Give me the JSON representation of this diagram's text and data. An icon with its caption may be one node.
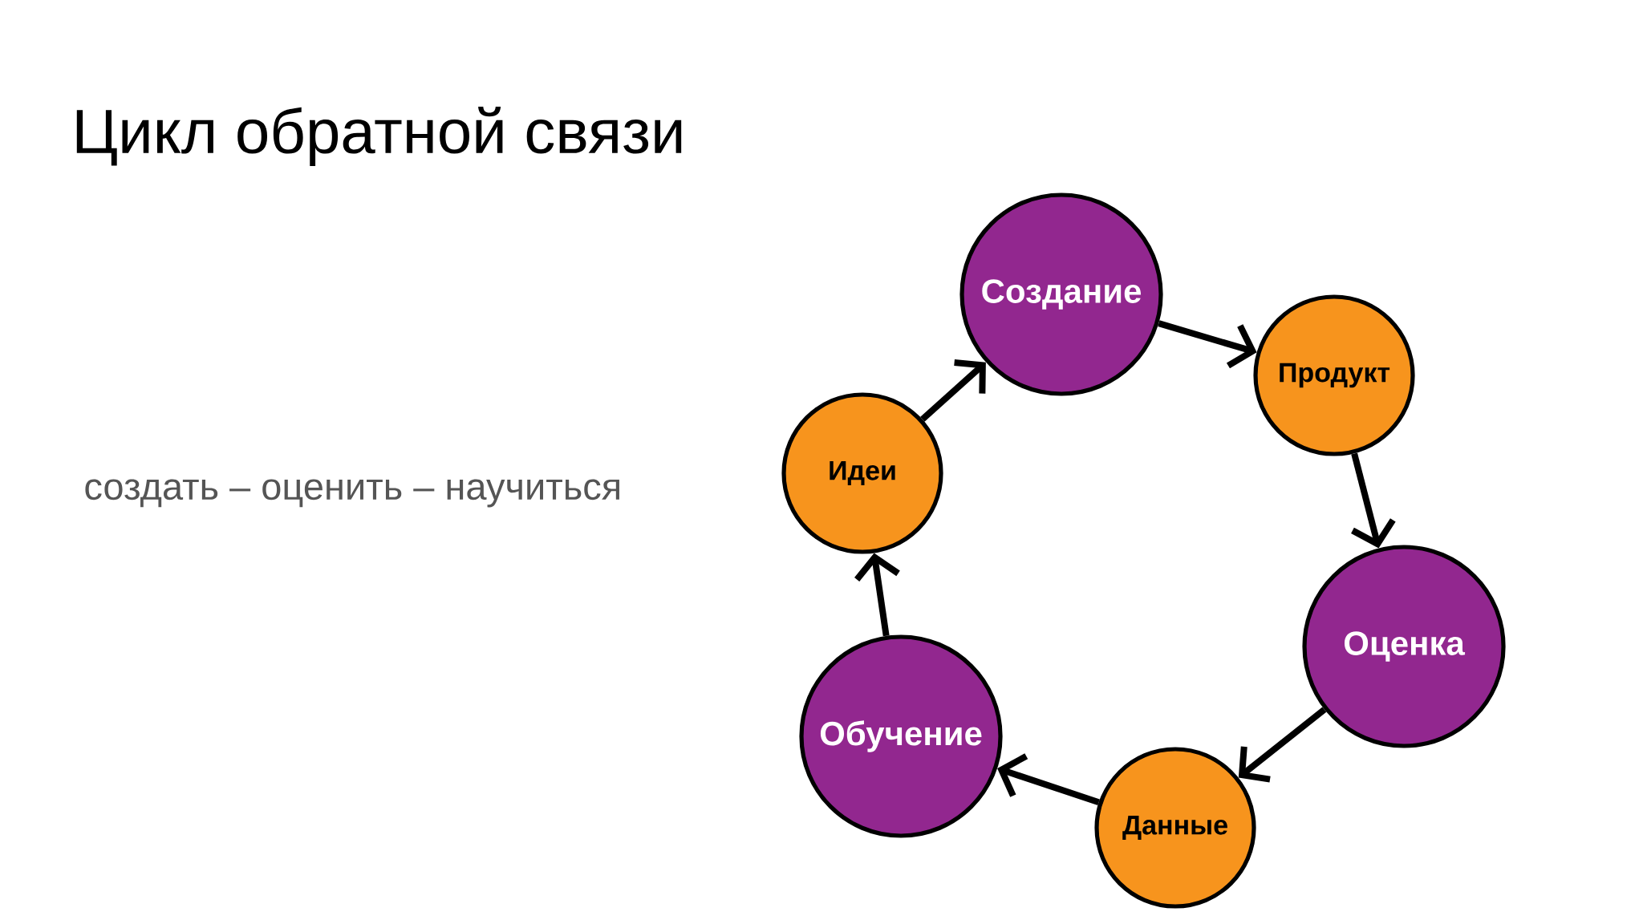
{
  "diagram": {
    "title": "Цикл обратной связи",
    "nodes": [
      {
        "text": [
          "Создание"
        ]
      },
      {
        "text": [
          "Продукт"
        ]
      },
      {
        "text": [
          "Оценка"
        ]
      },
      {
        "text": [
          "Данные"
        ]
      },
      {
        "text": [
          "Обучение"
        ]
      },
      {
        "text": [
          "Идеи"
        ]
      }
    ],
    "edges": [
      {
        "from": 0,
        "to": 1,
        "arrow": "to"
      },
      {
        "from": 1,
        "to": 2,
        "arrow": "to"
      },
      {
        "from": 2,
        "to": 3,
        "arrow": "to"
      },
      {
        "from": 3,
        "to": 4,
        "arrow": "to"
      },
      {
        "from": 4,
        "to": 5,
        "arrow": "to"
      },
      {
        "from": 5,
        "to": 0,
        "arrow": "to"
      }
    ],
    "labels": [
      "создать – оценить – научиться"
    ]
  }
}
